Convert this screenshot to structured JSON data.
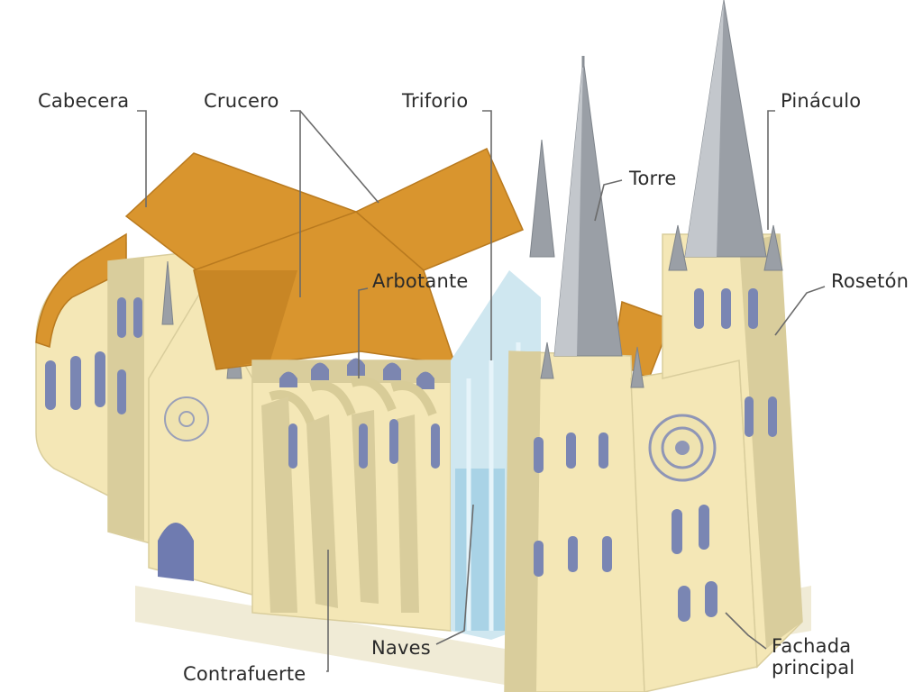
{
  "diagram": {
    "labels": {
      "cabecera": "Cabecera",
      "crucero": "Crucero",
      "triforio": "Triforio",
      "torre": "Torre",
      "pinaculo": "Pináculo",
      "roseton": "Rosetón",
      "arbotante": "Arbotante",
      "naves": "Naves",
      "contrafuerte": "Contrafuerte",
      "fachada_principal": "Fachada\nprincipal"
    },
    "colors": {
      "roof": "#d9952e",
      "roof_shadow": "#b97a1f",
      "stone": "#f4e7b6",
      "stone_shadow": "#d9cd9c",
      "spire": "#9a9fa6",
      "spire_light": "#c3c7cc",
      "window": "#7a86b3",
      "glass": "#a9d3e6",
      "leader": "#6b6b6b"
    }
  }
}
